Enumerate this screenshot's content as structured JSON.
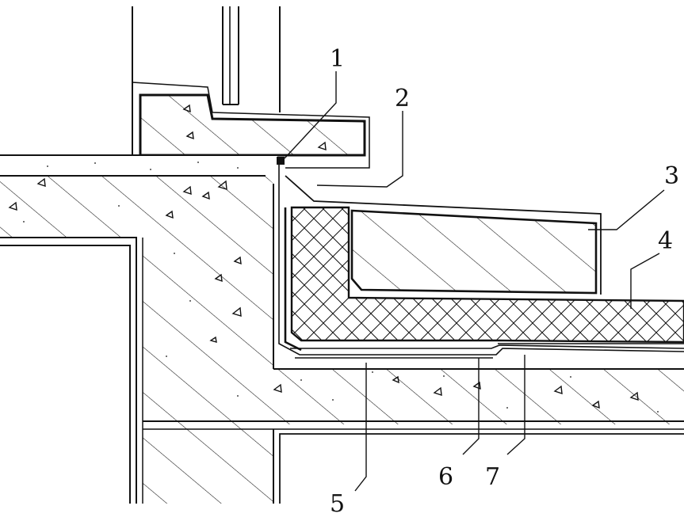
{
  "figure": {
    "labels": [
      "1",
      "2",
      "3",
      "4",
      "5",
      "6",
      "7"
    ]
  },
  "colors": {
    "ink": "#111111",
    "background": "#ffffff",
    "sealant": "#111111"
  }
}
